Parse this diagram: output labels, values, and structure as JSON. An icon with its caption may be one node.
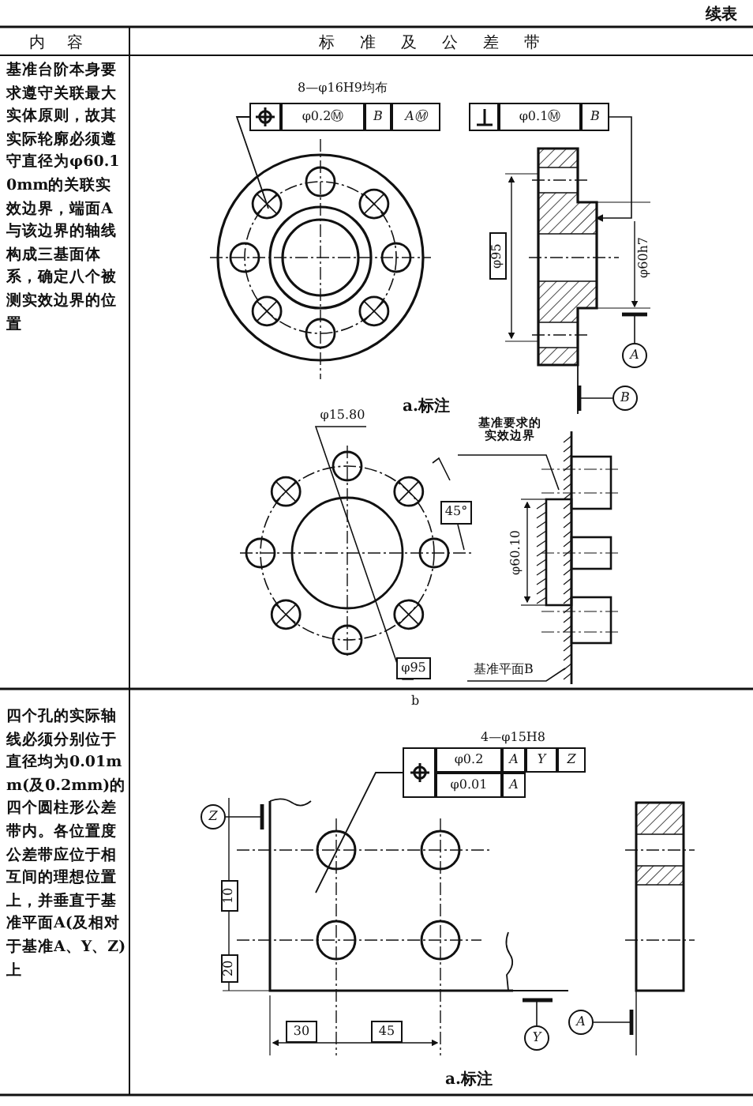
{
  "diagram": {
    "labels": [
      "续表",
      "内容",
      "标准及公差带",
      "基准台阶本身要求遵守关联最大实体原则，故其实际轮廓必须遵守直径为φ60.10mm的关联实效边界，端面A与该边界的轴线构成三基面体系，确定八个被测实效边界的位置",
      "8—φ16H9均布",
      "φ0.2Ⓜ",
      "B",
      "AⓂ",
      "φ0.1Ⓜ",
      "B",
      "φ95",
      "φ60h7",
      "A",
      "B",
      "a.标注",
      "φ15.80",
      "45°",
      "φ95",
      "基准要求的实效边界",
      "φ60.10",
      "基准平面B",
      "b",
      "四个孔的实际轴线必须分别位于直径均为0.01mm(及0.2mm)的四个圆柱形公差带内。各位置度公差带应位于相互间的理想位置上，并垂直于基准平面A(及相对于基准A、Y、Z)上",
      "4—φ15H8",
      "φ0.2",
      "A",
      "Y",
      "Z",
      "φ0.01",
      "A",
      "Z",
      "10",
      "20",
      "30",
      "45",
      "Y",
      "A",
      "a.标注"
    ]
  }
}
